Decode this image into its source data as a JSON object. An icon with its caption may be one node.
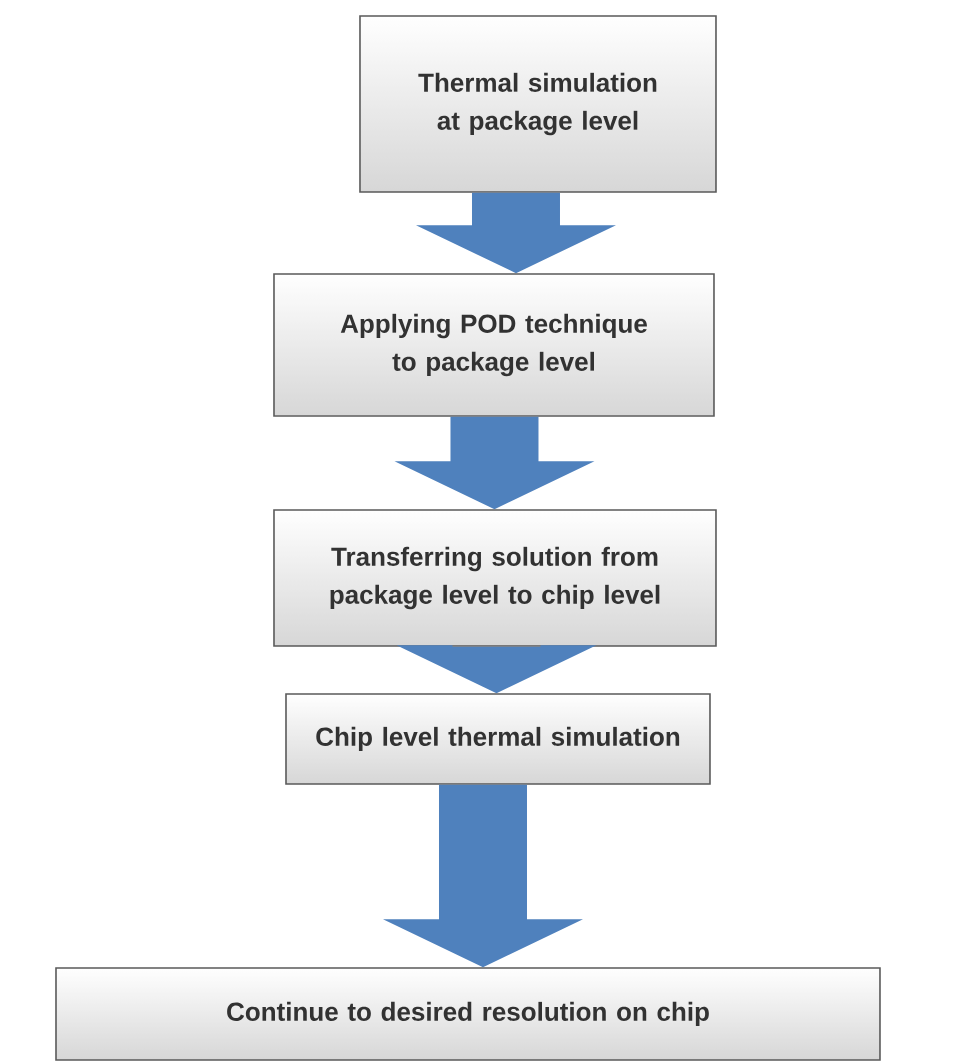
{
  "diagram": {
    "nodes": [
      {
        "text": [
          "Thermal simulation at package level"
        ]
      },
      {
        "text": [
          "Applying POD technique to package level"
        ]
      },
      {
        "text": [
          "Transferring solution from package level to chip level"
        ]
      },
      {
        "text": [
          "Chip level thermal simulation"
        ]
      },
      {
        "text": [
          "Continue to desired resolution on chip"
        ]
      }
    ],
    "edges": [
      {
        "from": 0,
        "to": 1,
        "arrow": "to"
      },
      {
        "from": 1,
        "to": 2,
        "arrow": "to"
      },
      {
        "from": 2,
        "to": 3,
        "arrow": "to"
      },
      {
        "from": 3,
        "to": 4,
        "arrow": "to"
      }
    ]
  }
}
